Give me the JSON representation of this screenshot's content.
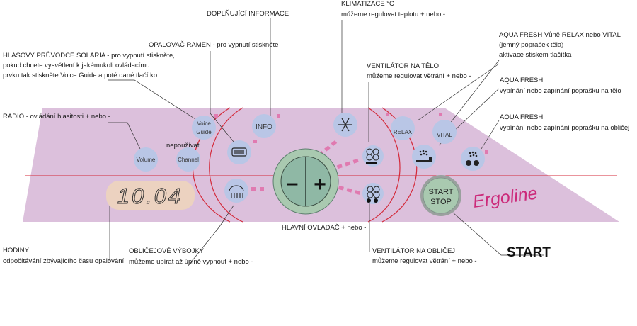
{
  "labels": {
    "doplnujici": "DOPLŇUJÍCÍ INFORMACE",
    "klimatizace_title": "KLIMATIZACE °C",
    "klimatizace_desc": "můžeme regulovat teplotu + nebo -",
    "aqua_vune_1": "AQUA FRESH  Vůně RELAX nebo VITAL",
    "aqua_vune_2": "(jemný poprašek těla)",
    "aqua_vune_3": "aktivace stiskem tlačítka",
    "opalovac": "OPALOVAČ RAMEN - pro vypnutí stiskněte",
    "hlasovy_1": "HLASOVÝ PRŮVODCE SOLÁRIA - pro vypnutí stiskněte,",
    "hlasovy_2": "pokud chcete vysvětlení k jakémukoli ovládacímu",
    "hlasovy_3": "prvku tak stiskněte Voice Guide a poté dané tlačítko",
    "ventilator_telo_title": "VENTILÁTOR NA TĚLO",
    "ventilator_telo_desc": "můžeme regulovat větrání + nebo -",
    "aqua_telo_title": "AQUA FRESH",
    "aqua_telo_desc": "vypínání nebo zapínání poprašku na tělo",
    "radio": "RÁDIO - ovládání hlasitosti  + nebo -",
    "aqua_oblicej_title": "AQUA FRESH",
    "aqua_oblicej_desc": "vypínání nebo zapínání poprašku na obličej",
    "nepouzivat": "nepoužívat",
    "hlavni": "HLAVNÍ OVLADAČ + nebo -",
    "hodiny_title": "HODINY",
    "hodiny_desc": "odpočítávání zbývajícího času opalování",
    "oblicejove_title": "OBLIČEJOVÉ VÝBOJKY",
    "oblicejove_desc": "můžeme ubírat až úplně vypnout + nebo -",
    "ventilator_oblicej_title": "VENTILÁTOR NA OBLIČEJ",
    "ventilator_oblicej_desc": "můžeme regulovat větrání + nebo -",
    "start": "START"
  },
  "buttons": {
    "voice_1": "Voice",
    "voice_2": "Guide",
    "volume": "Volume",
    "channel": "Channel",
    "info": "INFO",
    "relax": "RELAX",
    "vital": "VITAL",
    "minus": "–",
    "plus": "+",
    "start_1": "START",
    "start_2": "STOP"
  },
  "display": {
    "time": "10.04"
  },
  "brand": {
    "name": "Ergoline"
  },
  "colors": {
    "panel": "#dcc0dc",
    "button": "#b9c6e6",
    "red_line": "#d42a3a",
    "dash": "#e07ab0",
    "display_bg": "#ecd2c0",
    "brand": "#cc2a7a",
    "knob_outer": "#a9c9b0",
    "knob_inner": "#8fb8a5"
  },
  "icons": [
    "snowflake-icon",
    "fan-icon",
    "face-fan-icon",
    "shoulder-lamp-icon",
    "face-lamp-icon",
    "body-spray-icon",
    "face-spray-icon"
  ]
}
